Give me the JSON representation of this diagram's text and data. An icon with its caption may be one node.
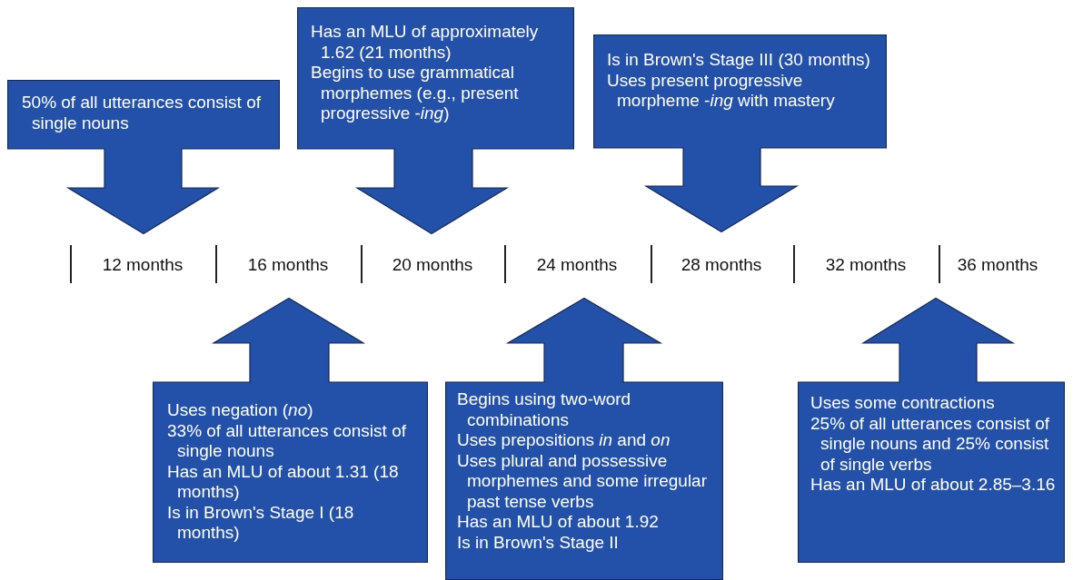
{
  "diagram": {
    "nodes": [
      {
        "text": [
          "50% of all utterances consist of single nouns"
        ]
      },
      {
        "text": [
          "Has an MLU of approximately 1.62 (21 months)",
          "Begins to use grammatical morphemes (e.g., present progressive -*ing*)"
        ]
      },
      {
        "text": [
          "Is in Brown's Stage III (30 months)",
          "Uses present progressive morpheme -*ing* with mastery"
        ]
      },
      {
        "text": [
          "Uses negation (*no*)",
          "33% of all utterances consist of single nouns",
          "Has an MLU of about 1.31 (18 months)",
          "Is in Brown's Stage I (18 months)"
        ]
      },
      {
        "text": [
          "Begins using two-word combinations",
          "Uses prepositions *in* and *on*",
          "Uses plural and possessive morphemes and some irregular past tense verbs",
          "Has an MLU of about 1.92",
          "Is in Brown's Stage II"
        ]
      },
      {
        "text": [
          "Uses some contractions",
          "25% of all utterances consist of single nouns and 25% consist of single verbs",
          "Has an MLU of about 2.85–3.16"
        ]
      }
    ],
    "labels": [
      "12 months",
      "16 months",
      "20 months",
      "24 months",
      "28 months",
      "32 months",
      "36 months"
    ]
  }
}
